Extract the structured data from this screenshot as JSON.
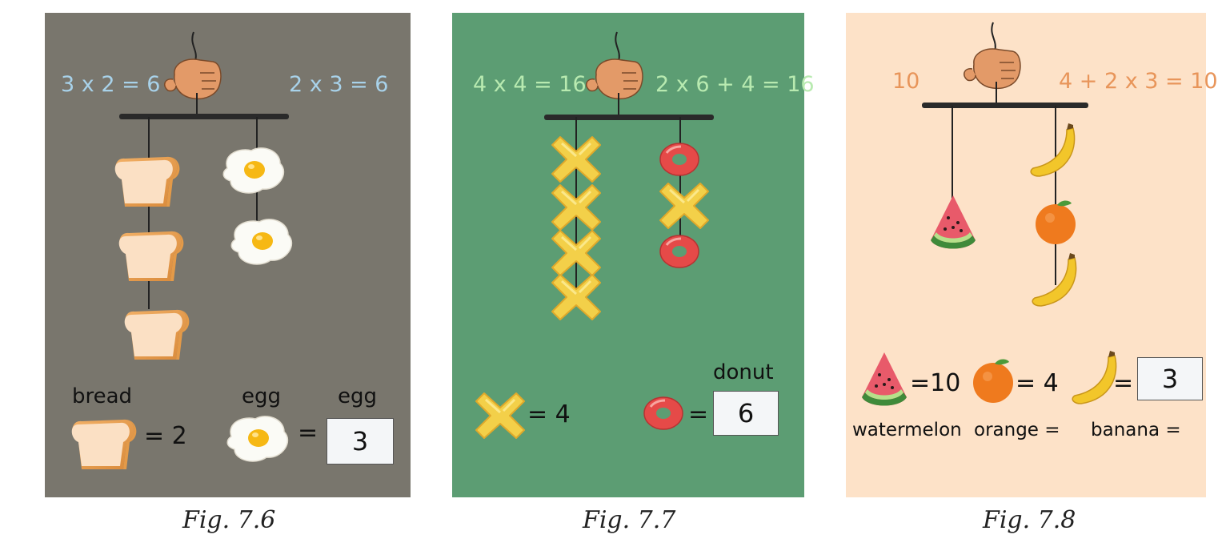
{
  "colors": {
    "panel1_bg": "#79766d",
    "panel2_bg": "#5c9d73",
    "panel3_bg": "#fde2c8",
    "panel1_equation": "#a8d2ea",
    "panel2_equation": "#b8eab0",
    "panel3_equation": "#e8955a",
    "answer_box": "#f4f6f8"
  },
  "figures": [
    {
      "caption": "Fig. 7.6",
      "left_equation": "3 x 2 = 6",
      "right_equation": "2 x 3 = 6",
      "left_column_items": [
        "bread",
        "bread",
        "bread"
      ],
      "right_column_items": [
        "egg",
        "egg"
      ],
      "legend": {
        "label_1": "bread",
        "value_1": "= 2",
        "label_2": "egg",
        "equals_2": "=",
        "label_3": "egg",
        "answer": "3"
      }
    },
    {
      "caption": "Fig. 7.7",
      "left_equation": "4 x 4 = 16",
      "right_equation": "2 x 6 + 4 = 16",
      "left_column_items": [
        "cross",
        "cross",
        "cross",
        "cross"
      ],
      "right_column_items": [
        "donut",
        "cross",
        "donut"
      ],
      "legend": {
        "value_1": "= 4",
        "equals_2": "=",
        "label_3": "donut",
        "answer": "6"
      }
    },
    {
      "caption": "Fig. 7.8",
      "left_equation": "10",
      "right_equation": "4 + 2 x 3 = 10",
      "left_column_items": [
        "watermelon"
      ],
      "right_column_items": [
        "banana",
        "orange",
        "banana"
      ],
      "legend": {
        "value_1": "=10",
        "label_1": "watermelon",
        "value_2": "= 4",
        "label_2": "orange =",
        "equals_3": "=",
        "label_3": "banana =",
        "answer": "3"
      }
    }
  ]
}
